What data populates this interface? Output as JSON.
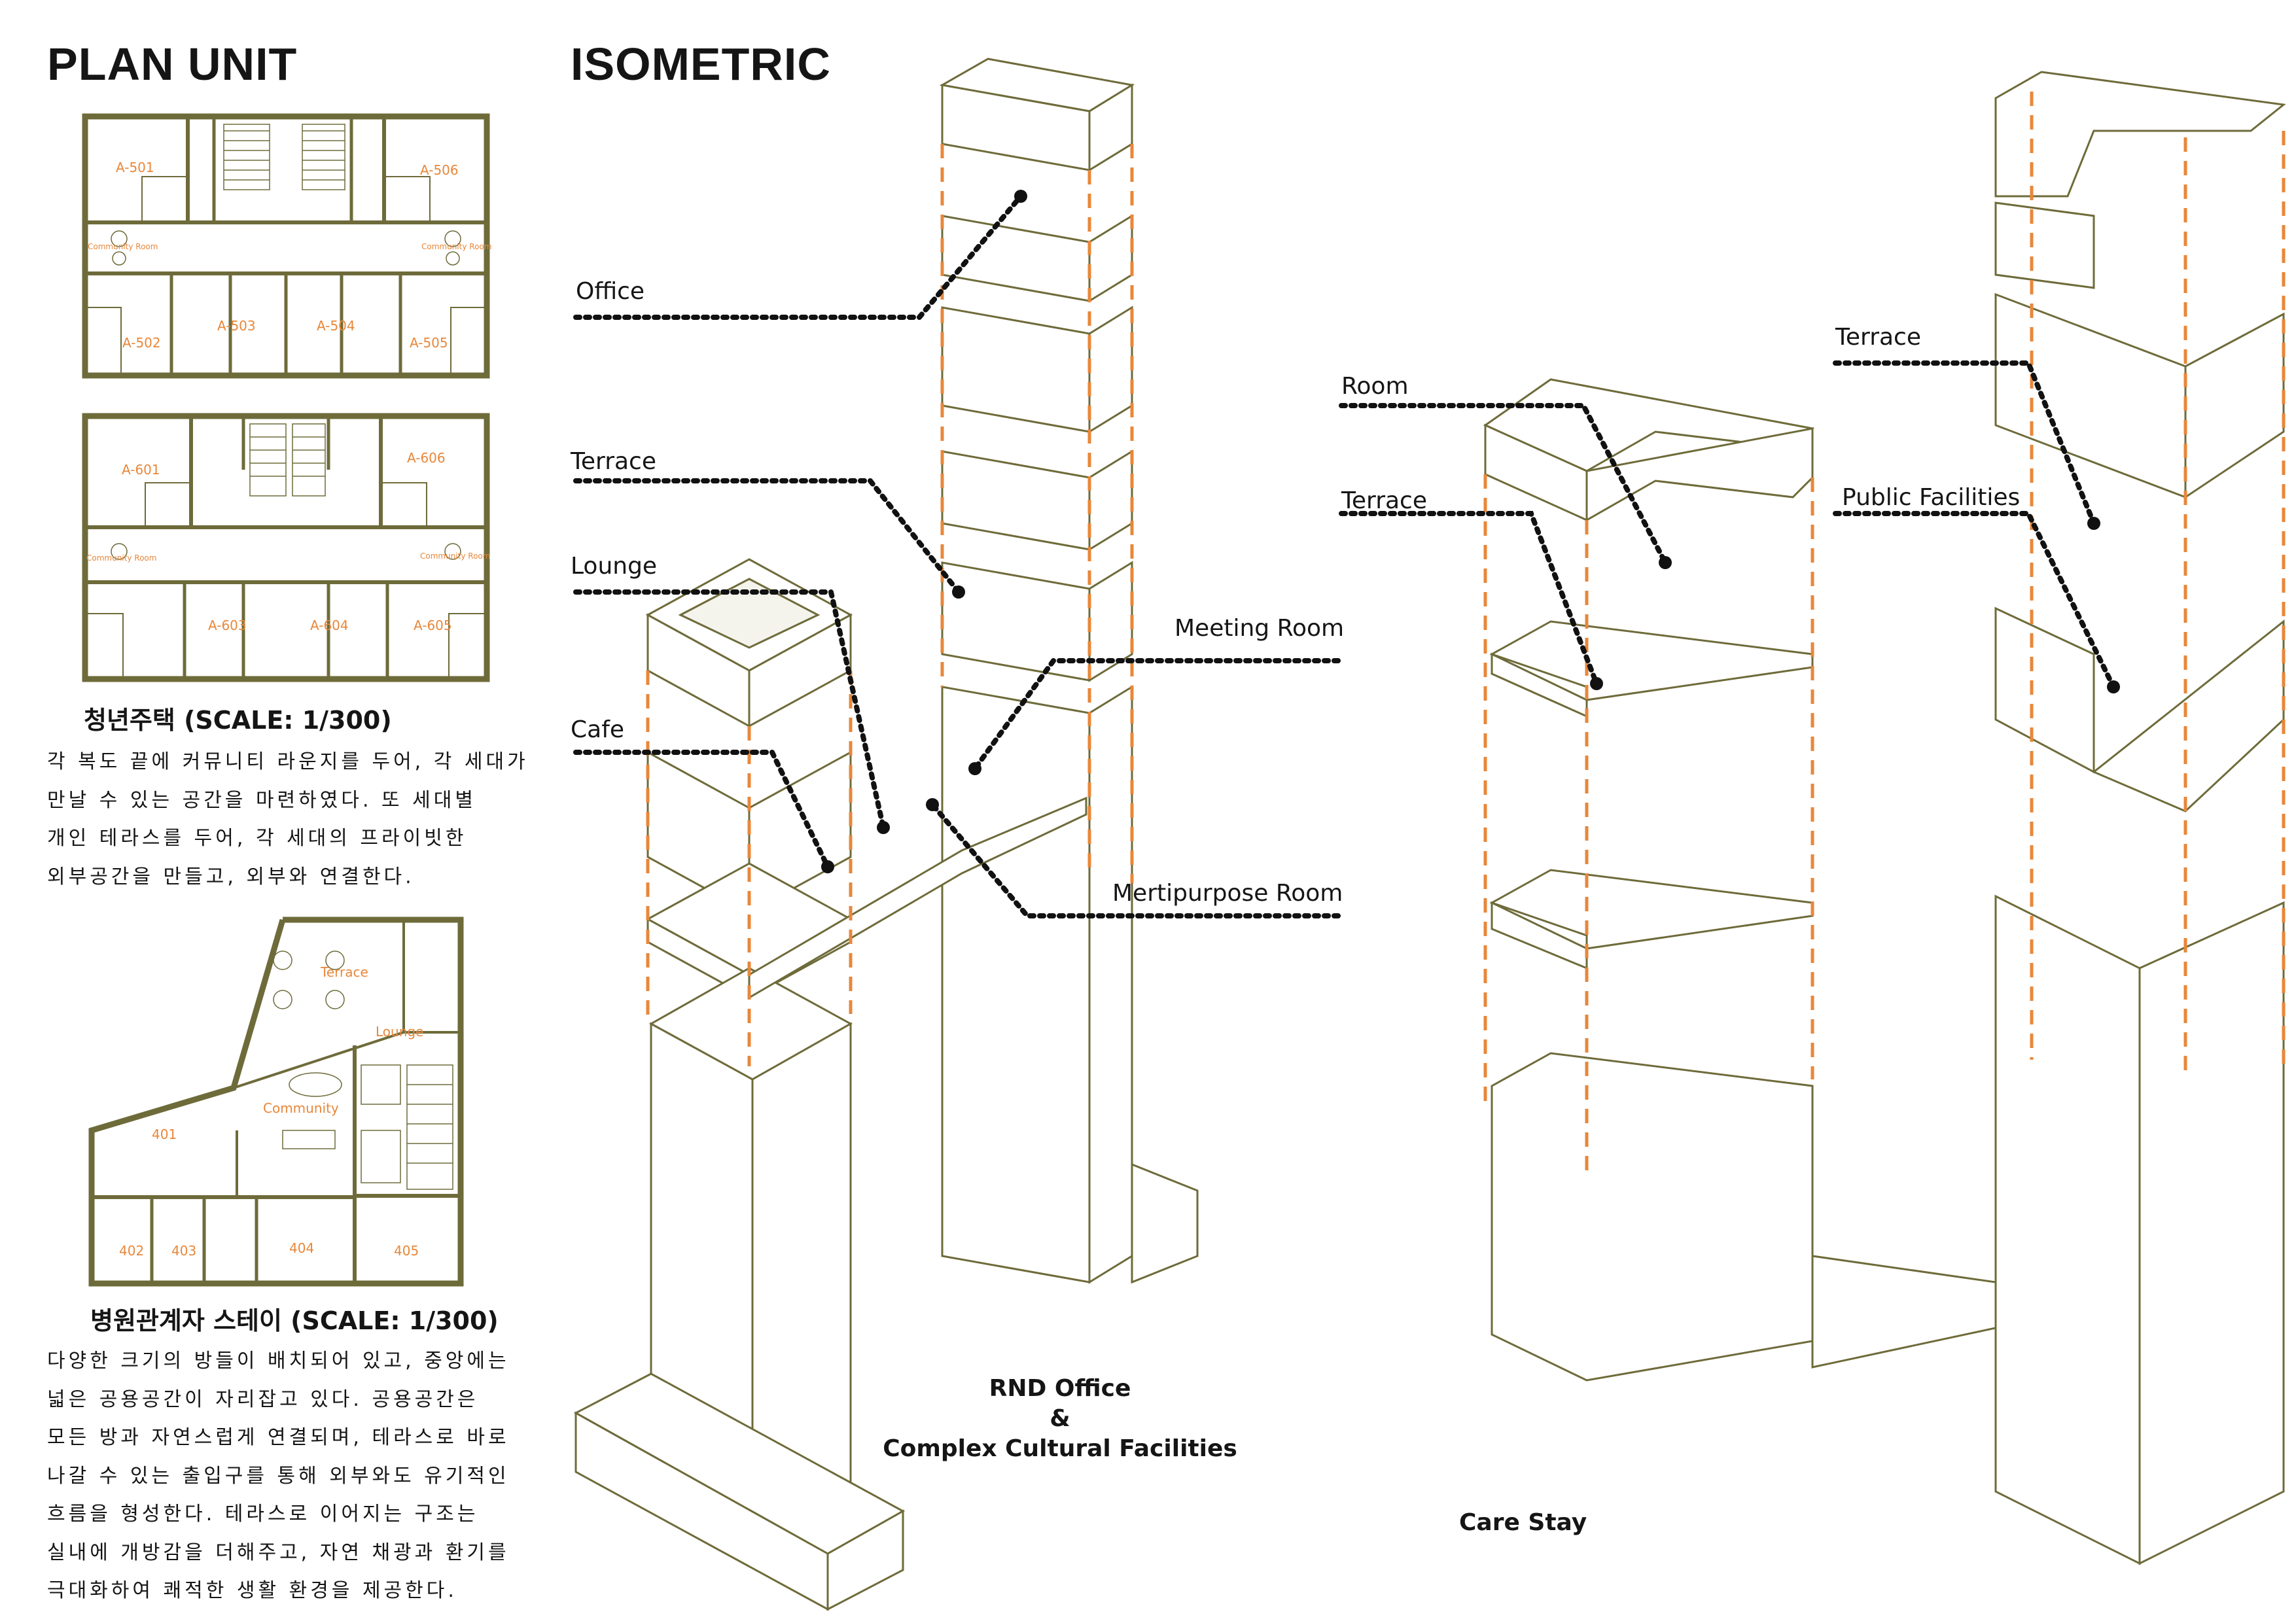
{
  "headings": {
    "plan": "PLAN UNIT",
    "iso": "ISOMETRIC"
  },
  "plan1": {
    "units": [
      "A-501",
      "A-506",
      "A-502",
      "A-503",
      "A-504",
      "A-505"
    ],
    "community": [
      "Community Room",
      "Community Room"
    ]
  },
  "plan2": {
    "units": [
      "A-601",
      "A-606",
      "A-603",
      "A-604",
      "A-605"
    ],
    "community": [
      "Community Room",
      "Community Room"
    ]
  },
  "plan3": {
    "rooms": [
      "Terrace",
      "Lounge",
      "Community",
      "401",
      "402",
      "403",
      "404",
      "405"
    ]
  },
  "caption1": "청년주택 (SCALE: 1/300)",
  "para1": [
    "각 복도 끝에 커뮤니티 라운지를 두어, 각 세대가",
    "만날 수 있는 공간을 마련하였다. 또 세대별",
    "개인 테라스를 두어, 각 세대의 프라이빗한",
    "외부공간을  만들고, 외부와 연결한다."
  ],
  "caption2": "병원관계자 스테이 (SCALE: 1/300)",
  "para2": [
    "다양한 크기의 방들이 배치되어 있고, 중앙에는",
    "넓은 공용공간이 자리잡고 있다. 공용공간은",
    "모든 방과 자연스럽게 연결되며, 테라스로 바로",
    "나갈 수 있는 출입구를 통해 외부와도 유기적인",
    "흐름을 형성한다. 테라스로 이어지는 구조는",
    "실내에 개방감을 더해주고, 자연 채광과 환기를",
    "극대화하여 쾌적한 생활 환경을 제공한다."
  ],
  "iso_labels": {
    "office": "Office",
    "terrace1": "Terrace",
    "lounge": "Lounge",
    "cafe": "Cafe",
    "meeting": "Meeting Room",
    "multipurpose": "Mertipurpose Room",
    "room": "Room",
    "terrace2": "Terrace",
    "terrace3": "Terrace",
    "public": "Public Facilities"
  },
  "titles": {
    "rnd_1": "RND Office",
    "rnd_2": "&",
    "rnd_3": "Complex Cultural Facilities",
    "care": "Care Stay"
  },
  "colors": {
    "line": "#6e6b3a",
    "accent": "#e8873a",
    "leader": "#111111"
  }
}
